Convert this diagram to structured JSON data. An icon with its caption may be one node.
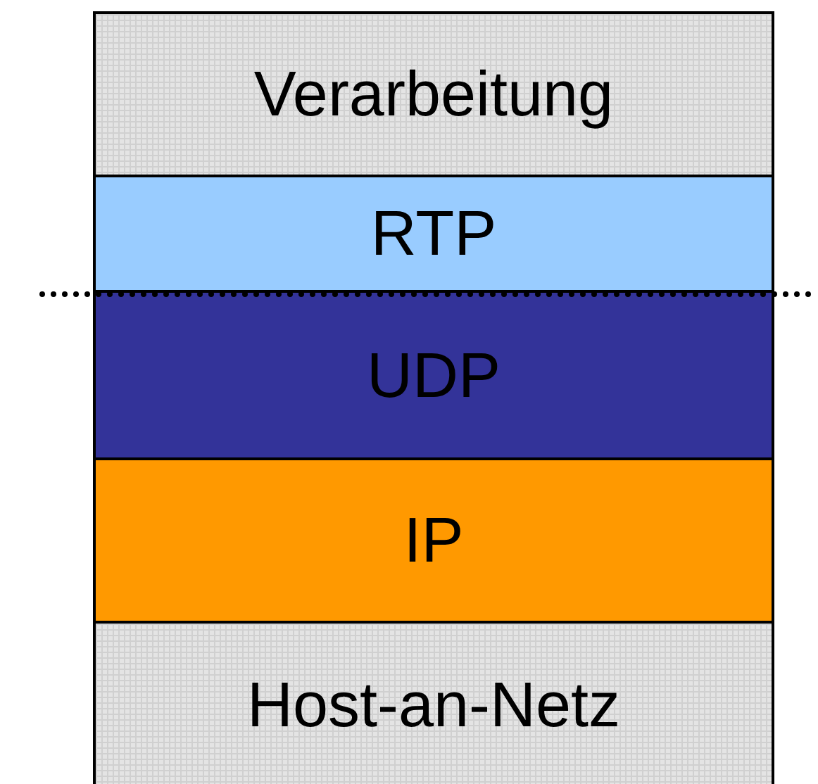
{
  "diagram": {
    "nodes": [
      {
        "text": [
          "Verarbeitung"
        ]
      },
      {
        "text": [
          "RTP"
        ]
      },
      {
        "text": [
          "UDP"
        ]
      },
      {
        "text": [
          "IP"
        ]
      },
      {
        "text": [
          "Host-an-Netz"
        ]
      }
    ]
  }
}
